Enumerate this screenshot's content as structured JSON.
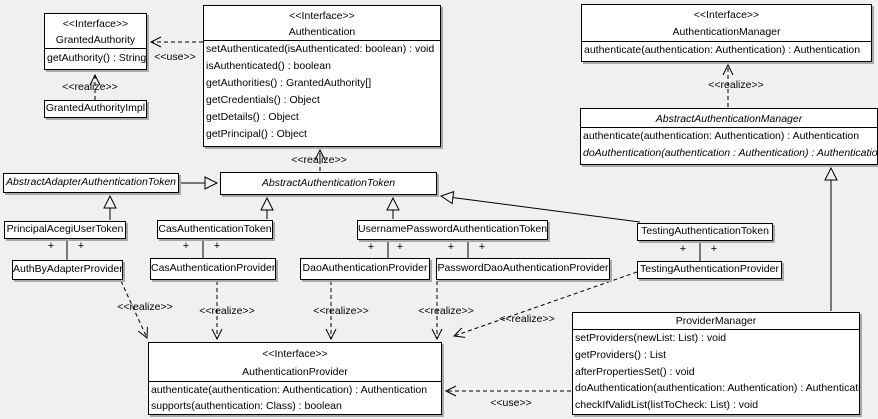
{
  "labels": {
    "realize": "<<realize>>",
    "use": "<<use>>",
    "plus": "+"
  },
  "classes": {
    "granted_authority": {
      "stereotype": "<<Interface>>",
      "name": "GrantedAuthority",
      "methods": [
        "getAuthority() : String"
      ]
    },
    "granted_authority_impl": {
      "name": "GrantedAuthorityImpl"
    },
    "authentication": {
      "stereotype": "<<Interface>>",
      "name": "Authentication",
      "methods": [
        "setAuthenticated(isAuthenticated: boolean) : void",
        "isAuthenticated() : boolean",
        "getAuthorities() : GrantedAuthority[]",
        "getCredentials() : Object",
        "getDetails() : Object",
        "getPrincipal() : Object"
      ]
    },
    "authentication_manager": {
      "stereotype": "<<Interface>>",
      "name": "AuthenticationManager",
      "methods": [
        "authenticate(authentication: Authentication) : Authentication"
      ]
    },
    "abstract_authentication_manager": {
      "name": "AbstractAuthenticationManager",
      "abstract": true,
      "methods": [
        "authenticate(authentication: Authentication) : Authentication",
        "doAuthentication(authentication : Authentication) : Authentication"
      ]
    },
    "abstract_adapter_authentication_token": {
      "name": "AbstractAdapterAuthenticationToken",
      "abstract": true
    },
    "abstract_authentication_token": {
      "name": "AbstractAuthenticationToken",
      "abstract": true
    },
    "principal_acegi_user_token": {
      "name": "PrincipalAcegiUserToken"
    },
    "auth_by_adapter_provider": {
      "name": "AuthByAdapterProvider"
    },
    "cas_authentication_token": {
      "name": "CasAuthenticationToken"
    },
    "cas_authentication_provider": {
      "name": "CasAuthenticationProvider"
    },
    "username_password_authentication_token": {
      "name": "UsernamePasswordAuthenticationToken"
    },
    "dao_authentication_provider": {
      "name": "DaoAuthenticationProvider"
    },
    "password_dao_authentication_provider": {
      "name": "PasswordDaoAuthenticationProvider"
    },
    "testing_authentication_token": {
      "name": "TestingAuthenticationToken"
    },
    "testing_authentication_provider": {
      "name": "TestingAuthenticationProvider"
    },
    "authentication_provider": {
      "stereotype": "<<Interface>>",
      "name": "AuthenticationProvider",
      "methods": [
        "authenticate(authentication: Authentication) : Authentication",
        "supports(authentication: Class) : boolean"
      ]
    },
    "provider_manager": {
      "name": "ProviderManager",
      "methods": [
        "setProviders(newList: List) : void",
        "getProviders() : List",
        "afterPropertiesSet() : void",
        "doAuthentication(authentication: Authentication) : Authentication",
        "checkIfValidList(listToCheck: List) : void"
      ]
    }
  },
  "relationships": [
    {
      "from": "GrantedAuthorityImpl",
      "to": "GrantedAuthority",
      "type": "realize",
      "label": "<<realize>>"
    },
    {
      "from": "Authentication",
      "to": "GrantedAuthority",
      "type": "use",
      "label": "<<use>>"
    },
    {
      "from": "AbstractAuthenticationToken",
      "to": "Authentication",
      "type": "realize",
      "label": "<<realize>>"
    },
    {
      "from": "AbstractAuthenticationManager",
      "to": "AuthenticationManager",
      "type": "realize",
      "label": "<<realize>>"
    },
    {
      "from": "AbstractAdapterAuthenticationToken",
      "to": "AbstractAuthenticationToken",
      "type": "generalization"
    },
    {
      "from": "PrincipalAcegiUserToken",
      "to": "AbstractAdapterAuthenticationToken",
      "type": "generalization"
    },
    {
      "from": "CasAuthenticationToken",
      "to": "AbstractAuthenticationToken",
      "type": "generalization"
    },
    {
      "from": "UsernamePasswordAuthenticationToken",
      "to": "AbstractAuthenticationToken",
      "type": "generalization"
    },
    {
      "from": "TestingAuthenticationToken",
      "to": "AbstractAuthenticationToken",
      "type": "generalization"
    },
    {
      "from": "ProviderManager",
      "to": "AbstractAuthenticationManager",
      "type": "generalization"
    },
    {
      "from": "PrincipalAcegiUserToken",
      "to": "AuthByAdapterProvider",
      "type": "association",
      "end_labels": [
        "+",
        "+"
      ]
    },
    {
      "from": "CasAuthenticationToken",
      "to": "CasAuthenticationProvider",
      "type": "association",
      "end_labels": [
        "+",
        "+"
      ]
    },
    {
      "from": "UsernamePasswordAuthenticationToken",
      "to": "DaoAuthenticationProvider",
      "type": "association",
      "end_labels": [
        "+",
        "+"
      ]
    },
    {
      "from": "UsernamePasswordAuthenticationToken",
      "to": "PasswordDaoAuthenticationProvider",
      "type": "association",
      "end_labels": [
        "+",
        "+"
      ]
    },
    {
      "from": "TestingAuthenticationToken",
      "to": "TestingAuthenticationProvider",
      "type": "association",
      "end_labels": [
        "+",
        "+"
      ]
    },
    {
      "from": "AuthByAdapterProvider",
      "to": "AuthenticationProvider",
      "type": "realize",
      "label": "<<realize>>"
    },
    {
      "from": "CasAuthenticationProvider",
      "to": "AuthenticationProvider",
      "type": "realize",
      "label": "<<realize>>"
    },
    {
      "from": "DaoAuthenticationProvider",
      "to": "AuthenticationProvider",
      "type": "realize",
      "label": "<<realize>>"
    },
    {
      "from": "PasswordDaoAuthenticationProvider",
      "to": "AuthenticationProvider",
      "type": "realize",
      "label": "<<realize>>"
    },
    {
      "from": "TestingAuthenticationProvider",
      "to": "AuthenticationProvider",
      "type": "realize",
      "label": "<<realize>>"
    },
    {
      "from": "ProviderManager",
      "to": "AuthenticationProvider",
      "type": "use",
      "label": "<<use>>"
    }
  ],
  "colors": {
    "background": "#f0f0f0",
    "box_fill": "#ffffff",
    "line": "#000000",
    "shadow": "#a9a9a9"
  }
}
